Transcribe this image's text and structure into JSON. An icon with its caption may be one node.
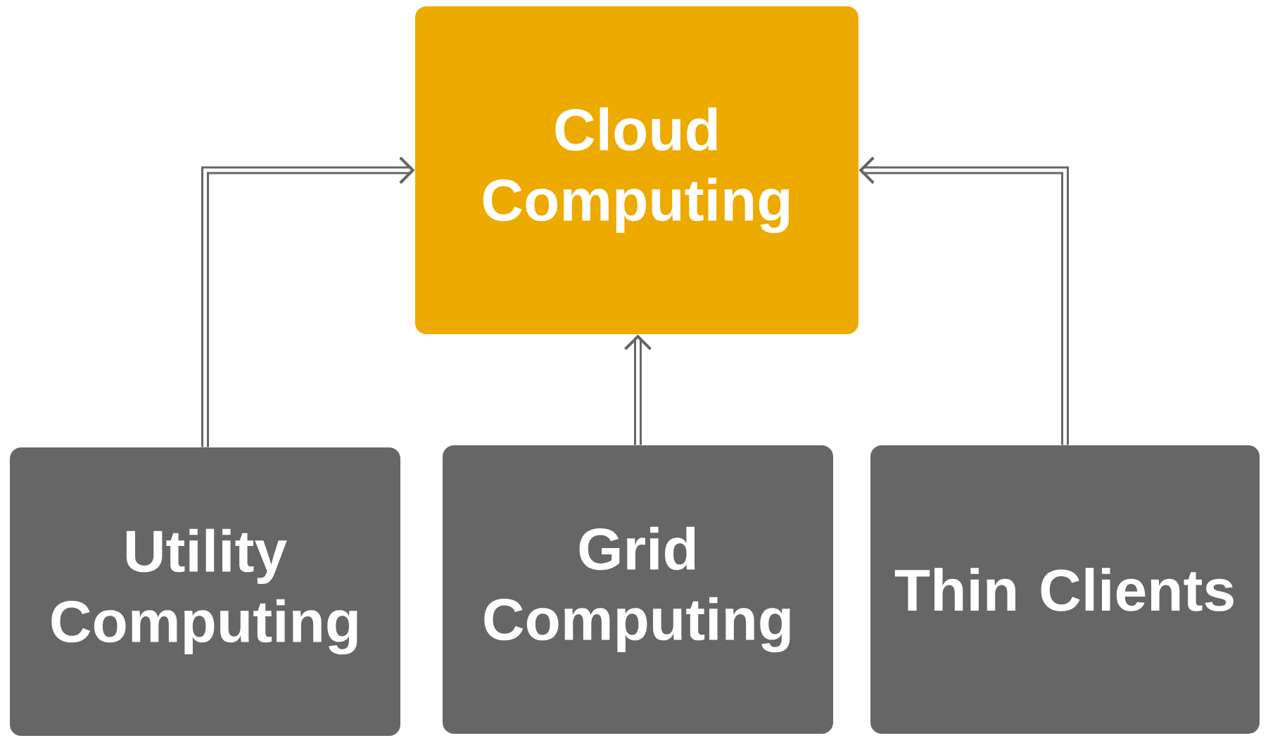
{
  "diagram": {
    "nodes": [
      {
        "text": [
          "Cloud Computing"
        ]
      },
      {
        "text": [
          "Utility Computing"
        ]
      },
      {
        "text": [
          "Grid Computing"
        ]
      },
      {
        "text": [
          "Thin Clients"
        ]
      }
    ],
    "edges": [
      {
        "from": 1,
        "to": 0,
        "arrow": "to"
      },
      {
        "from": 2,
        "to": 0,
        "arrow": "to"
      },
      {
        "from": 3,
        "to": 0,
        "arrow": "to"
      }
    ]
  }
}
